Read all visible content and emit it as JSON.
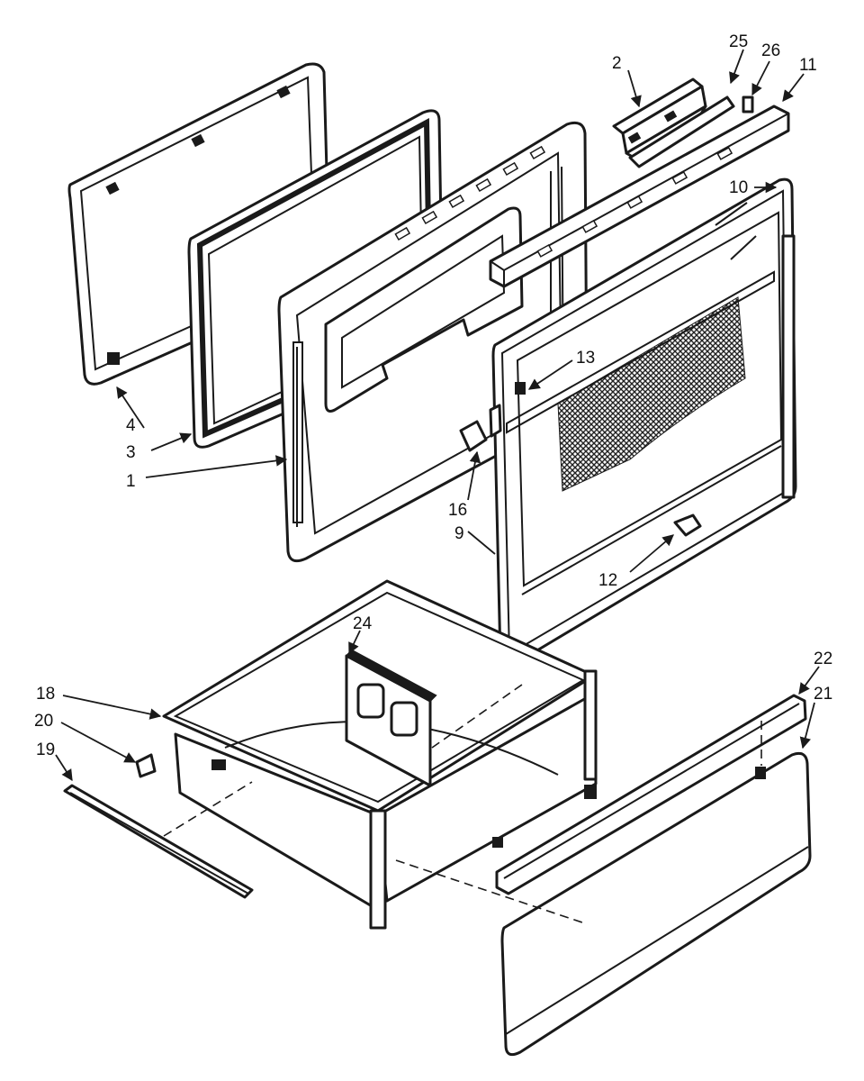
{
  "diagram": {
    "labels": {
      "p1": "1",
      "p2": "2",
      "p3": "3",
      "p4": "4",
      "p9": "9",
      "p10": "10",
      "p11": "11",
      "p12": "12",
      "p13": "13",
      "p16": "16",
      "p18": "18",
      "p19": "19",
      "p20": "20",
      "p21": "21",
      "p22": "22",
      "p24": "24",
      "p25": "25",
      "p26": "26"
    }
  }
}
